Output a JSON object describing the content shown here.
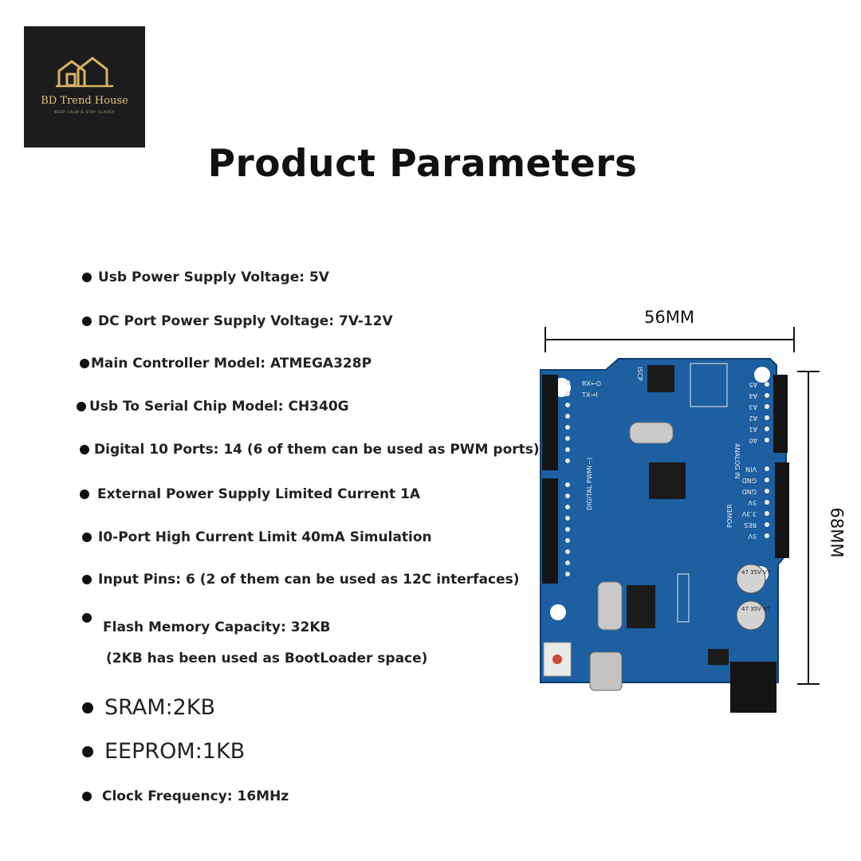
{
  "logo": {
    "icon": "house-icon",
    "brand": "BD Trend House",
    "tagline": "KEEP CALM & STAY CLASSY",
    "color": "#d8b463"
  },
  "title": "Product Parameters",
  "specs": [
    "Usb Power Supply Voltage: 5V",
    "DC Port Power Supply Voltage: 7V-12V",
    "Main Controller Model: ATMEGA328P",
    "Usb To Serial Chip Model: CH340G",
    "Digital 10 Ports: 14 (6 of them can be used as PWM ports)",
    "External Power Supply Limited Current 1A",
    "I0-Port High Current Limit 40mA Simulation",
    "Input Pins: 6 (2 of them can be used as 12C interfaces)"
  ],
  "flash": {
    "line1": "Flash Memory Capacity: 32KB",
    "line2": "(2KB has been used as BootLoader space)"
  },
  "large_specs": [
    "SRAM:2KB",
    "EEPROM:1KB"
  ],
  "clock": "Clock Frequency: 16MHz",
  "dimensions": {
    "width": "56MM",
    "height": "68MM"
  },
  "board": {
    "color": "#1d5fa0",
    "labels": {
      "digital": "DIGITAL PWM(~)",
      "analog": "ANALOG IN",
      "power": "POWER",
      "iscp": "ISCP",
      "rx": "RX←O",
      "tx": "TX→I",
      "power_pins": [
        "VIN",
        "GND",
        "GND",
        "5V",
        "3.3V",
        "RES",
        "5V"
      ],
      "analog_pins": [
        "A5",
        "A4",
        "A3",
        "A2",
        "A1",
        "A0"
      ],
      "cap1": "47 35V VT",
      "cap2": "47 35V VT"
    }
  }
}
